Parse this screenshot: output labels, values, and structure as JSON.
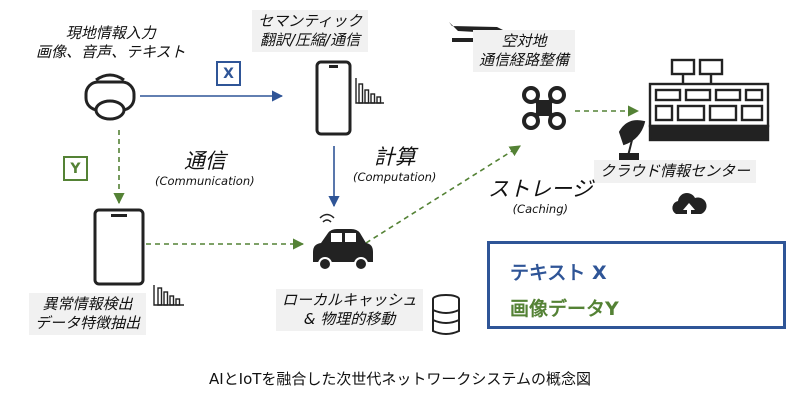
{
  "colors": {
    "text_flow": "#2f5597",
    "image_flow": "#548235",
    "icon": "#222222",
    "label_bg": "#f1f1f1"
  },
  "nodes": {
    "field_input": {
      "lines": [
        "現地情報入力",
        "画像、音声、テキスト"
      ]
    },
    "semantic": {
      "lines": [
        "セマンティック",
        "翻訳/圧縮/通信"
      ]
    },
    "air_ground": {
      "lines": [
        "空対地",
        "通信経路整備"
      ]
    },
    "cloud": {
      "label": "クラウド情報センター"
    },
    "anomaly": {
      "lines": [
        "異常情報検出",
        "データ特徴抽出"
      ]
    },
    "local_cache": {
      "lines": [
        "ローカルキャッシュ",
        "& 物理的移動"
      ]
    }
  },
  "badges": {
    "x": "X",
    "y": "Y"
  },
  "concepts": {
    "communication": {
      "title": "通信",
      "subtitle": "(Communication)"
    },
    "computation": {
      "title": "計算",
      "subtitle": "(Computation)"
    },
    "caching": {
      "title": "ストレージ",
      "subtitle": "(Caching)"
    }
  },
  "legend": {
    "text_label": "テキスト X",
    "image_label": "画像データY"
  },
  "icons": [
    "vr-headset-icon",
    "smartphone-icon",
    "bar-chart-icon",
    "plane-icon",
    "drone-icon",
    "server-icon",
    "satellite-dish-icon",
    "cloud-upload-icon",
    "car-icon",
    "database-icon"
  ],
  "caption": "AIとIoTを融合した次世代ネットワークシステムの概念図"
}
